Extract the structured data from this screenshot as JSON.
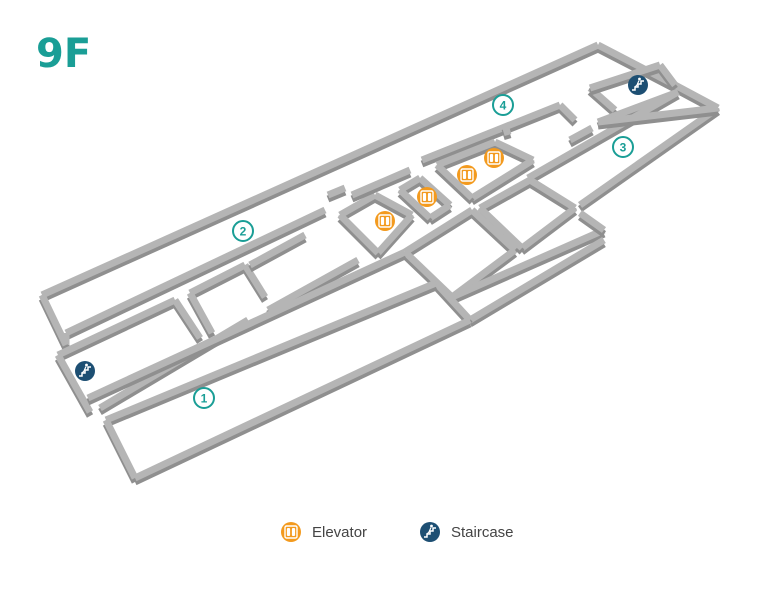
{
  "floor": {
    "title": "9F"
  },
  "zones": [
    {
      "id": "zone-1",
      "label": "1"
    },
    {
      "id": "zone-2",
      "label": "2"
    },
    {
      "id": "zone-3",
      "label": "3"
    },
    {
      "id": "zone-4",
      "label": "4"
    }
  ],
  "markers": {
    "elevators": 4,
    "staircases": 2
  },
  "legend": {
    "elevator_label": "Elevator",
    "staircase_label": "Staircase",
    "elevator_icon": "elevator-icon",
    "staircase_icon": "staircase-icon"
  },
  "colors": {
    "accent_teal": "#1a9e96",
    "elevator_orange": "#f39a1e",
    "staircase_navy": "#1d4f73",
    "wall_top": "#b5b5b5",
    "wall_side": "#8f8f8f"
  }
}
